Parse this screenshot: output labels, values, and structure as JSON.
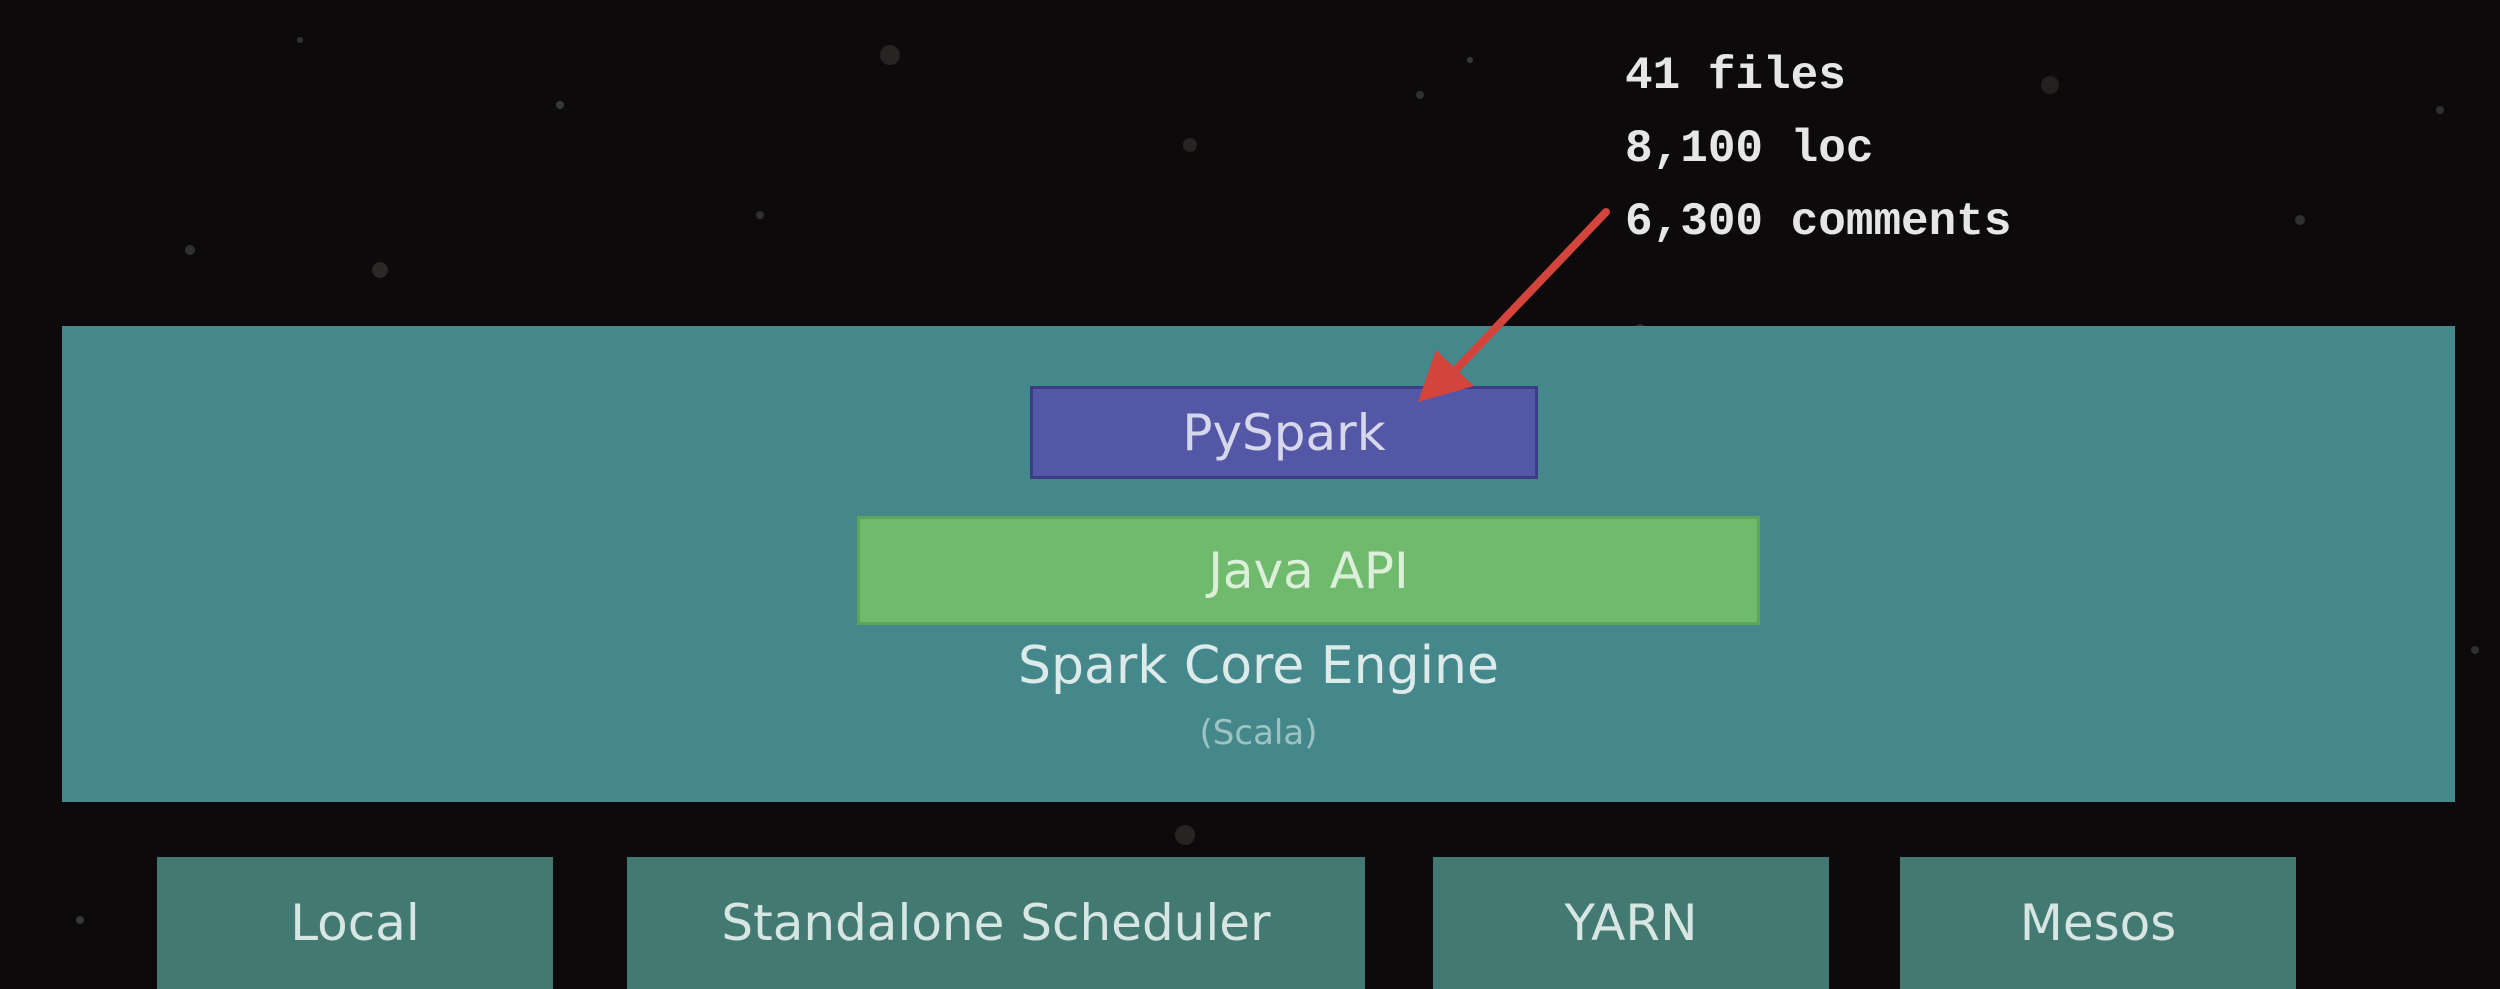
{
  "annotation": {
    "lines": [
      "41 files",
      "8,100 loc",
      "6,300 comments"
    ]
  },
  "core": {
    "title": "Spark Core Engine",
    "subtitle": "(Scala)",
    "layers": [
      "PySpark",
      "Java API"
    ]
  },
  "schedulers": [
    "Local",
    "Standalone Scheduler",
    "YARN",
    "Mesos"
  ],
  "colors": {
    "background": "#0d0a0b",
    "core": "#44888c",
    "pyspark": "#5457a6",
    "java_api": "#6fba6d",
    "scheduler": "#427a72",
    "arrow": "#d2443c"
  }
}
